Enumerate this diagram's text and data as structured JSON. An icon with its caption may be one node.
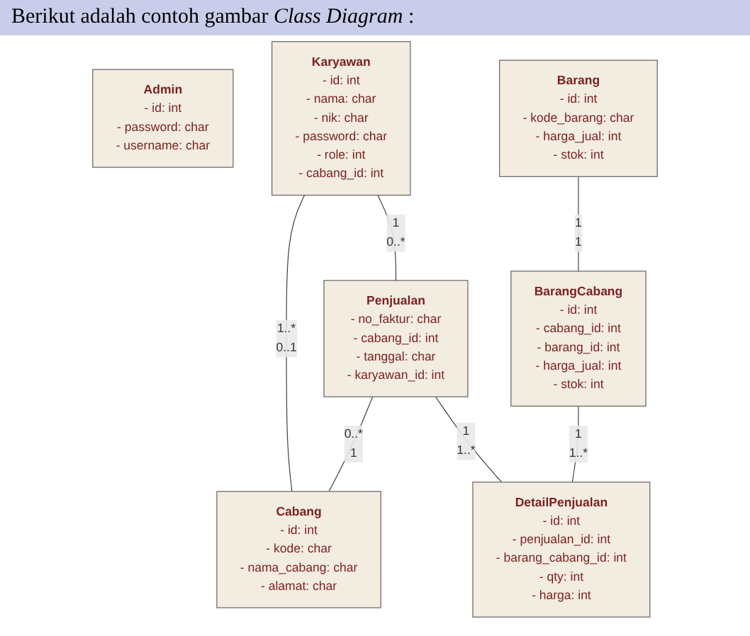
{
  "diagram": {
    "title": "Berikut adalah contoh gambar *Class Diagram* :",
    "nodes": [
      {
        "text": [
          "Admin",
          "- id: int",
          "- password: char",
          "- username: char"
        ]
      },
      {
        "text": [
          "Karyawan",
          "- id: int",
          "- nama: char",
          "- nik: char",
          "- password: char",
          "- role: int",
          "- cabang_id: int"
        ]
      },
      {
        "text": [
          "Penjualan",
          "- no_faktur: char",
          "- cabang_id: int",
          "- tanggal: char",
          "- karyawan_id: int"
        ]
      },
      {
        "text": [
          "Barang",
          "- id: int",
          "- kode_barang: char",
          "- harga_jual: int",
          "- stok: int"
        ]
      },
      {
        "text": [
          "Cabang",
          "- id: int",
          "- kode: char",
          "- nama_cabang: char",
          "- alamat: char"
        ]
      },
      {
        "text": [
          "BarangCabang",
          "- id: int",
          "- cabang_id: int",
          "- barang_id: int",
          "- harga_jual: int",
          "- stok: int"
        ]
      },
      {
        "text": [
          "DetailPenjualan",
          "- id: int",
          "- penjualan_id: int",
          "- barang_cabang_id: int",
          "- qty: int",
          "- harga: int"
        ]
      }
    ],
    "edges": [
      {
        "from": 1,
        "to": 2,
        "arrow": "none"
      },
      {
        "from": 1,
        "to": 4,
        "arrow": "none"
      },
      {
        "from": 2,
        "to": 4,
        "arrow": "none"
      },
      {
        "from": 2,
        "to": 6,
        "arrow": "none"
      },
      {
        "from": 3,
        "to": 5,
        "arrow": "none"
      },
      {
        "from": 5,
        "to": 6,
        "arrow": "none"
      }
    ],
    "labels": [
      "1",
      "0..*",
      "1..*",
      "0..1",
      "0..*",
      "1",
      "1",
      "1..*",
      "1",
      "1",
      "1",
      "1..*"
    ]
  }
}
